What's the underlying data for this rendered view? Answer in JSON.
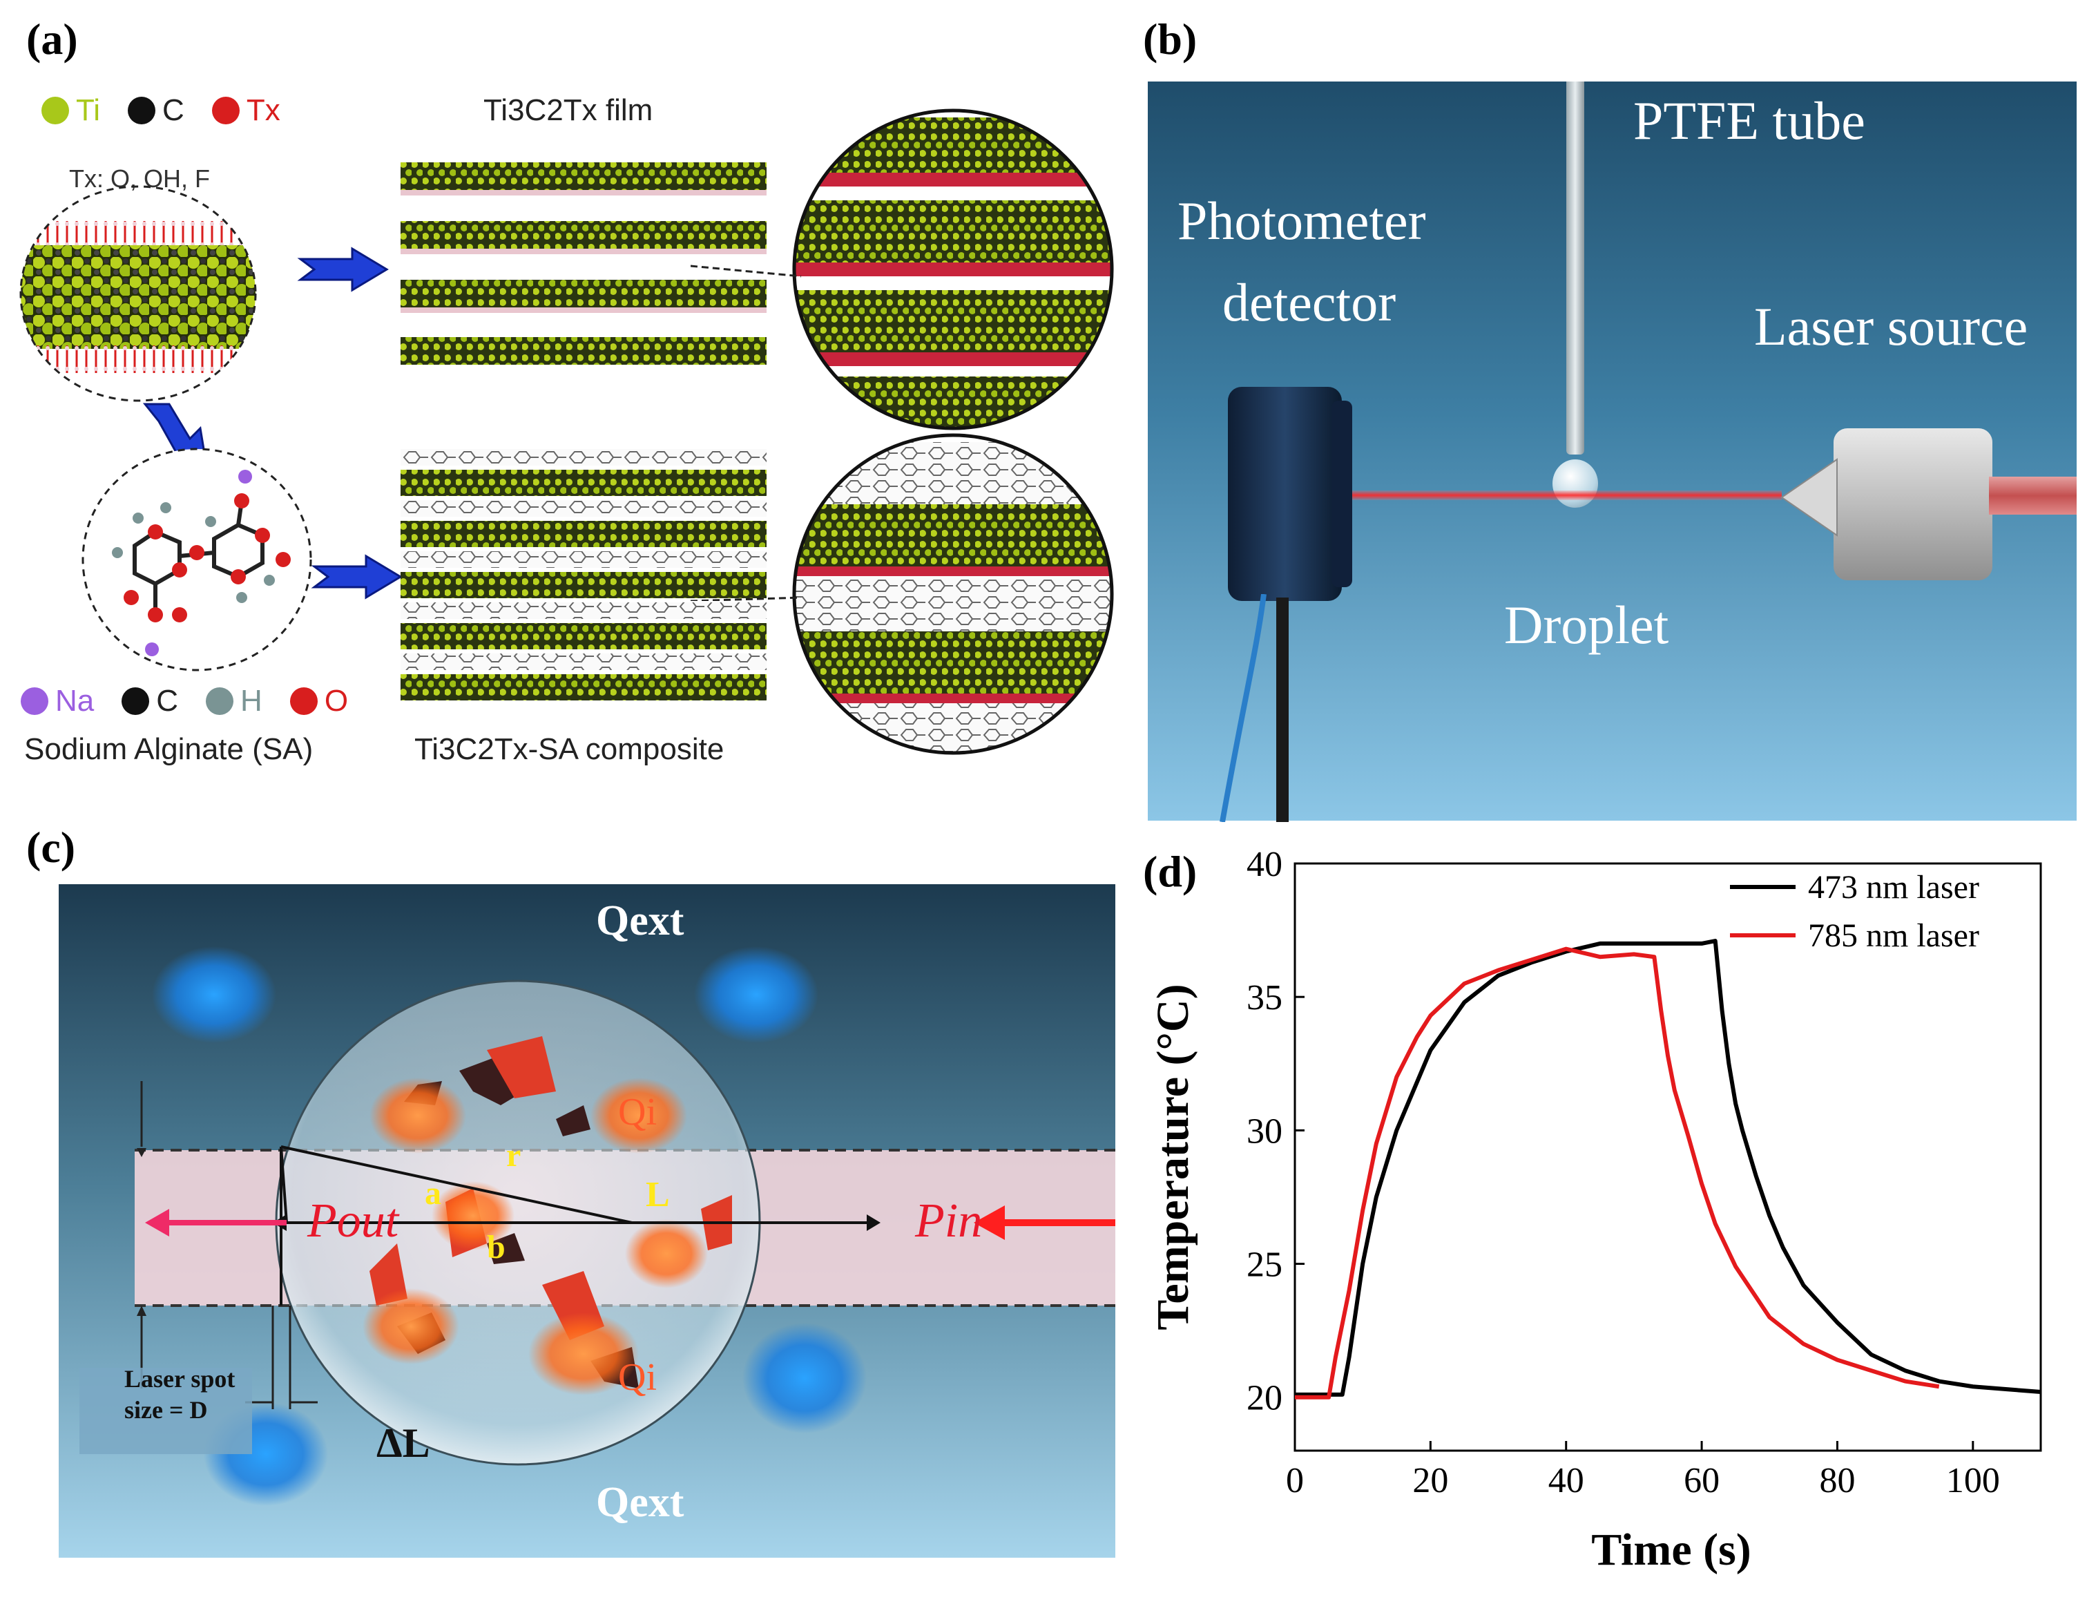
{
  "panels": {
    "a": {
      "letter": "(a)",
      "legend_top": [
        {
          "symbol": "Ti",
          "color": "#a8c81a"
        },
        {
          "symbol": "C",
          "color": "#111111"
        },
        {
          "symbol": "Tx",
          "color": "#d81e1e"
        }
      ],
      "tx_note": "Tx: O, OH, F",
      "film_label": "Ti3C2Tx film",
      "legend_bottom": [
        {
          "symbol": "Na",
          "color": "#9b5fe0"
        },
        {
          "symbol": "C",
          "color": "#111111"
        },
        {
          "symbol": "H",
          "color": "#7a9494"
        },
        {
          "symbol": "O",
          "color": "#d81e1e"
        }
      ],
      "sa_label": "Sodium Alginate (SA)",
      "composite_label": "Ti3C2Tx-SA composite"
    },
    "b": {
      "letter": "(b)",
      "ptfe": "PTFE tube",
      "photometer_line1": "Photometer",
      "photometer_line2": "detector",
      "laser_source": "Laser source",
      "droplet": "Droplet"
    },
    "c": {
      "letter": "(c)",
      "q_ext": "Qext",
      "q_i": "Qi",
      "p_out": "Pout",
      "p_in": "Pin",
      "r": "r",
      "a": "a",
      "b": "b",
      "L": "L",
      "delta_L": "ΔL",
      "spot_line1": "Laser spot",
      "spot_line2": "size = D"
    },
    "d": {
      "letter": "(d)"
    }
  },
  "chart_data": {
    "type": "line",
    "xlabel": "Time (s)",
    "ylabel": "Temperature (°C)",
    "xlim": [
      0,
      110
    ],
    "ylim": [
      18,
      40
    ],
    "x_ticks": [
      0,
      20,
      40,
      60,
      80,
      100
    ],
    "y_ticks": [
      20,
      25,
      30,
      35,
      40
    ],
    "legend_position": "top-right",
    "series": [
      {
        "name": "473 nm laser",
        "color": "#000000",
        "x": [
          0,
          7,
          8,
          10,
          12,
          15,
          18,
          20,
          25,
          30,
          35,
          40,
          45,
          50,
          55,
          60,
          62,
          63,
          64,
          65,
          66,
          68,
          70,
          72,
          75,
          80,
          85,
          90,
          95,
          100,
          105,
          110
        ],
        "y": [
          20.1,
          20.1,
          21.5,
          25.0,
          27.5,
          30.0,
          31.8,
          33.0,
          34.8,
          35.8,
          36.3,
          36.7,
          37.0,
          37.0,
          37.0,
          37.0,
          37.1,
          34.5,
          32.5,
          31.0,
          30.0,
          28.3,
          26.8,
          25.6,
          24.2,
          22.8,
          21.6,
          21.0,
          20.6,
          20.4,
          20.3,
          20.2
        ]
      },
      {
        "name": "785 nm laser",
        "color": "#e41a1c",
        "x": [
          0,
          5,
          6,
          8,
          10,
          12,
          15,
          18,
          20,
          25,
          30,
          35,
          40,
          45,
          50,
          53,
          54,
          55,
          56,
          58,
          60,
          62,
          65,
          70,
          75,
          80,
          85,
          90,
          95
        ],
        "y": [
          20.0,
          20.0,
          21.5,
          24.0,
          27.0,
          29.5,
          32.0,
          33.5,
          34.3,
          35.5,
          36.0,
          36.4,
          36.8,
          36.5,
          36.6,
          36.5,
          34.5,
          32.8,
          31.5,
          29.8,
          28.0,
          26.5,
          24.9,
          23.0,
          22.0,
          21.4,
          21.0,
          20.6,
          20.4
        ]
      }
    ]
  }
}
